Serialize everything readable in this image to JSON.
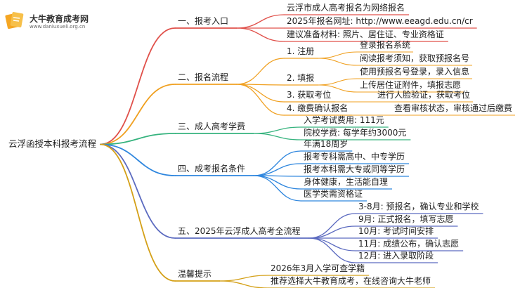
{
  "logo": {
    "title": "大牛教育成考网",
    "url": "www.daniuxueli.org.cn"
  },
  "root": "云浮函授本科报考流程",
  "sections": [
    {
      "label": "一、报考入口",
      "color": "#e0504a",
      "items": [
        {
          "label": "云浮市成人高考报名为网络报名"
        },
        {
          "label": "2025年报名网址: http://www.eeagd.edu.cn/cr"
        },
        {
          "label": "建议准备材料: 照片、居住证、专业资格证"
        }
      ]
    },
    {
      "label": "二、报名流程",
      "color": "#f0a020",
      "items": [
        {
          "label": "1. 注册",
          "children": [
            "登录报名系统",
            "阅读报考须知，获取预报名号"
          ]
        },
        {
          "label": "2. 填报",
          "children": [
            "使用预报名号登录，录入信息",
            "上传居住证附件，填报志愿"
          ]
        },
        {
          "label": "3. 获取考位",
          "children": [
            "进行人脸验证，获取考位"
          ]
        },
        {
          "label": "4. 缴费确认报名",
          "children": [
            "查看审核状态，审核通过后缴费"
          ]
        }
      ]
    },
    {
      "label": "三、成人高考学费",
      "color": "#36b37e",
      "items": [
        {
          "label": "入学考试费用: 111元"
        },
        {
          "label": "院校学费: 每学年约3000元"
        }
      ]
    },
    {
      "label": "四、成考报名条件",
      "color": "#2e86de",
      "items": [
        {
          "label": "年满18周岁"
        },
        {
          "label": "报考专科需高中、中专学历"
        },
        {
          "label": "报考本科需大专或同等学历"
        },
        {
          "label": "身体健康，生活能自理"
        },
        {
          "label": "医学类需资格证"
        }
      ]
    },
    {
      "label": "五、2025年云浮成人高考全流程",
      "color": "#5c6bc0",
      "items": [
        {
          "label": "3-8月: 预报名，确认专业和学校"
        },
        {
          "label": "9月: 正式报名，填写志愿"
        },
        {
          "label": "10月: 考试时间安排"
        },
        {
          "label": "11月: 成绩公布，确认志愿"
        },
        {
          "label": "12月: 进入录取阶段"
        }
      ]
    },
    {
      "label": "温馨提示",
      "color": "#d4a017",
      "items": [
        {
          "label": "2026年3月入学可查学籍"
        },
        {
          "label": "推荐选择大牛教育成考，在线咨询大牛老师"
        }
      ]
    }
  ]
}
